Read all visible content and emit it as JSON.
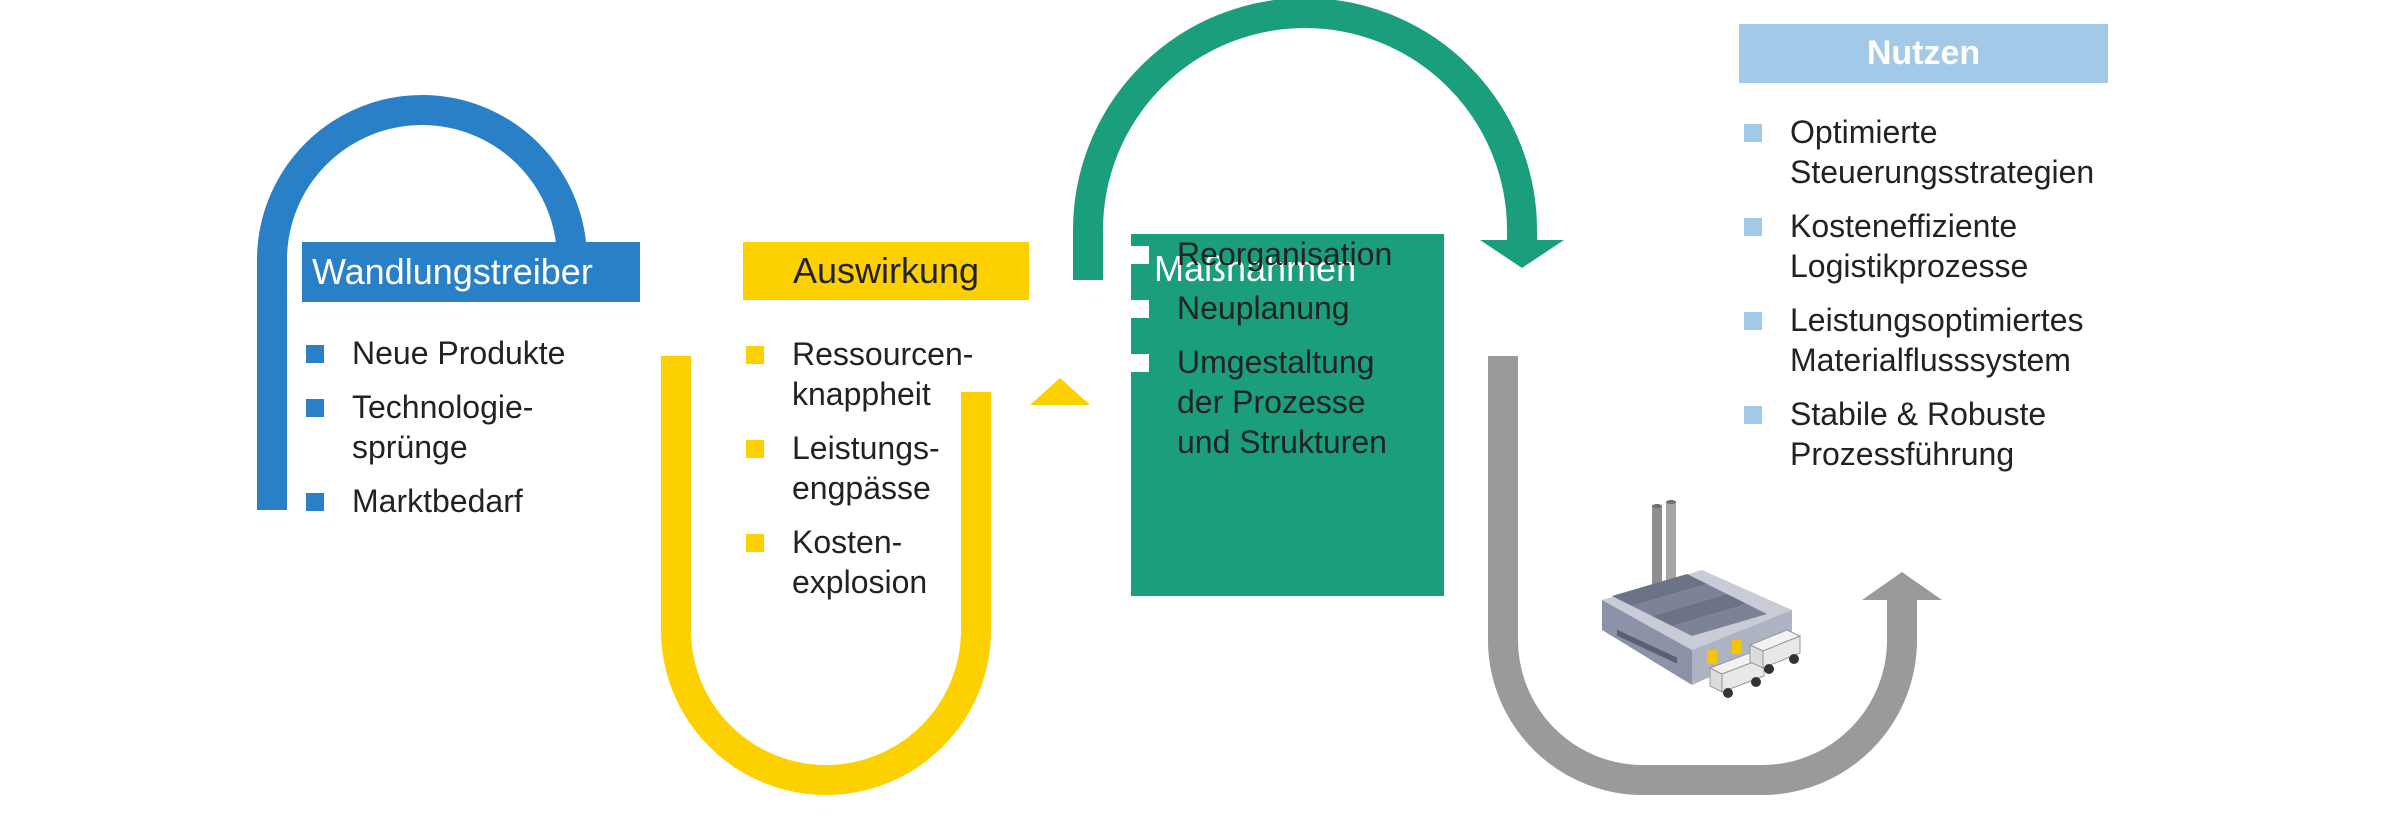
{
  "colors": {
    "blue": "#2a80c6",
    "yellow": "#fdd000",
    "green": "#1a9e7b",
    "gray": "#9a9a9a",
    "light_blue": "#a3c9e8"
  },
  "stages": {
    "wandlungstreiber": {
      "title": "Wandlungstreiber",
      "items": [
        [
          "Neue Produkte"
        ],
        [
          "Technologie-",
          "sprünge"
        ],
        [
          "Marktbedarf"
        ]
      ]
    },
    "auswirkung": {
      "title": "Auswirkung",
      "items": [
        [
          "Ressourcen-",
          "knappheit"
        ],
        [
          "Leistungs-",
          "engpässe"
        ],
        [
          "Kosten-",
          "explosion"
        ]
      ]
    },
    "massnahmen": {
      "title": "Maßnahmen",
      "items": [
        [
          "Reorganisation"
        ],
        [
          "Neuplanung"
        ],
        [
          "Umgestaltung",
          "der Prozesse",
          "und Strukturen"
        ]
      ]
    },
    "nutzen": {
      "title": "Nutzen",
      "items": [
        [
          "Optimierte",
          "Steuerungsstrategien"
        ],
        [
          "Kosteneffiziente",
          "Logistikprozesse"
        ],
        [
          "Leistungsoptimiertes",
          "Materialflusssystem"
        ],
        [
          "Stabile & Robuste",
          "Prozessführung"
        ]
      ]
    }
  },
  "icons": {
    "factory": "factory-with-trucks-icon"
  }
}
